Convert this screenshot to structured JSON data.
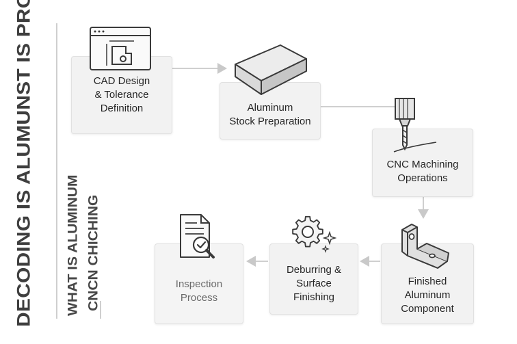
{
  "titles": {
    "main": "DECODING IS ALUMUNST IS PROCESS",
    "sub_line1": "WHAT IS ALUMINUM",
    "sub_line2": "CNCN CHICHING"
  },
  "steps": [
    {
      "lines": [
        "CAD Design",
        "& Tolerance",
        "Definition"
      ],
      "icon": "cad-window-icon"
    },
    {
      "lines": [
        "Aluminum",
        "Stock Preparation"
      ],
      "icon": "aluminum-block-icon"
    },
    {
      "lines": [
        "CNC Machining",
        "Operations"
      ],
      "icon": "cnc-drill-icon"
    },
    {
      "lines": [
        "Finished",
        "Aluminum",
        "Component"
      ],
      "icon": "bracket-part-icon"
    },
    {
      "lines": [
        "Deburring &",
        "Surface",
        "Finishing"
      ],
      "icon": "gear-sparkle-icon"
    },
    {
      "lines": [
        "Inspection",
        "Process"
      ],
      "icon": "document-check-icon"
    }
  ],
  "colors": {
    "box_fill": "#f2f2f2",
    "box_border": "#e1e1e1",
    "arrow": "#c9c9c9",
    "icon_stroke": "#3a3a3a",
    "title_text": "#3e3e3e"
  }
}
